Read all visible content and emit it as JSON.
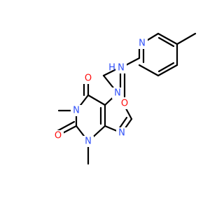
{
  "molecule": {
    "atoms": {
      "n1": "N",
      "n3": "N",
      "n7": "N",
      "n9": "N",
      "o6": "O",
      "o2": "O",
      "o_amide": "O",
      "n_amide": "N",
      "h_amide": "H",
      "n_pyridine": "N"
    },
    "colors": {
      "carbon": "#000000",
      "nitrogen": "#3050f8",
      "oxygen": "#ff0d0d",
      "background": "#ffffff"
    }
  }
}
